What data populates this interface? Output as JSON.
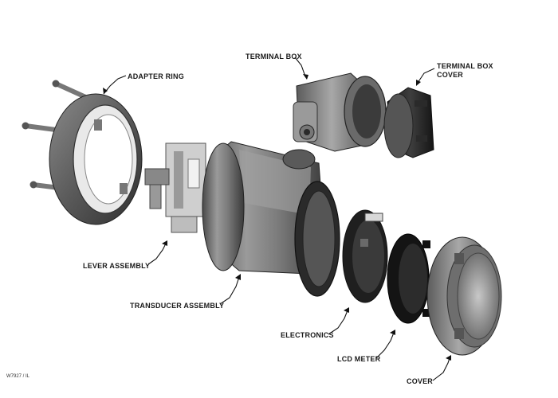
{
  "labels": {
    "adapter_ring": "ADAPTER RING",
    "terminal_box": "TERMINAL BOX",
    "terminal_box_cover_1": "TERMINAL BOX",
    "terminal_box_cover_2": "COVER",
    "lever_assembly": "LEVER ASSEMBLY",
    "transducer_assembly": "TRANSDUCER ASSEMBLY",
    "electronics": "ELECTRONICS",
    "lcd_meter": "LCD METER",
    "cover": "COVER"
  },
  "figure_id": "W7927 / IL"
}
